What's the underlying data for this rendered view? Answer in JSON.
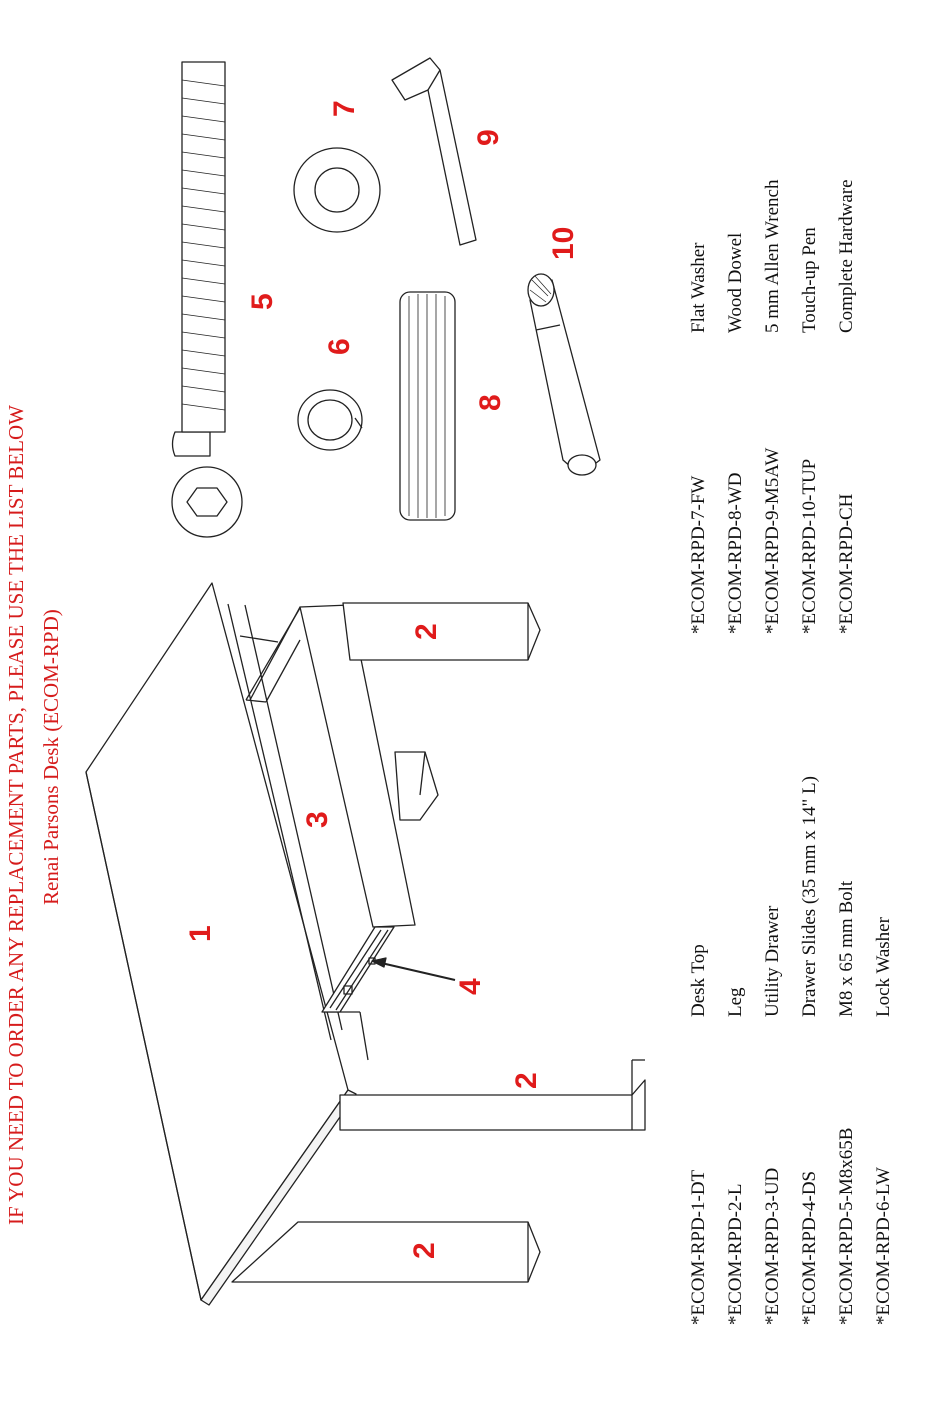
{
  "header": {
    "title": "IF YOU NEED TO ORDER ANY REPLACEMENT PARTS, PLEASE USE THE LIST BELOW",
    "subtitle": "Renai Parsons Desk (ECOM-RPD)"
  },
  "callouts": [
    "1",
    "2",
    "2",
    "2",
    "3",
    "4",
    "5",
    "6",
    "7",
    "8",
    "9",
    "10"
  ],
  "parts_left": [
    {
      "code": "*ECOM-RPD-1-DT",
      "name": "Desk Top"
    },
    {
      "code": "*ECOM-RPD-2-L",
      "name": "Leg"
    },
    {
      "code": "*ECOM-RPD-3-UD",
      "name": "Utility Drawer"
    },
    {
      "code": "*ECOM-RPD-4-DS",
      "name": "Drawer Slides (35 mm x 14\" L)"
    },
    {
      "code": "*ECOM-RPD-5-M8x65B",
      "name": "M8 x 65 mm Bolt"
    },
    {
      "code": "*ECOM-RPD-6-LW",
      "name": "Lock Washer"
    }
  ],
  "parts_right": [
    {
      "code": "*ECOM-RPD-7-FW",
      "name": "Flat Washer"
    },
    {
      "code": "*ECOM-RPD-8-WD",
      "name": "Wood Dowel"
    },
    {
      "code": "*ECOM-RPD-9-M5AW",
      "name": "5 mm Allen Wrench"
    },
    {
      "code": "*ECOM-RPD-10-TUP",
      "name": "Touch-up Pen"
    },
    {
      "code": "*ECOM-RPD-CH",
      "name": "Complete Hardware"
    }
  ],
  "colors": {
    "accent": "#d61c1c",
    "text": "#111111",
    "line": "#222222"
  }
}
